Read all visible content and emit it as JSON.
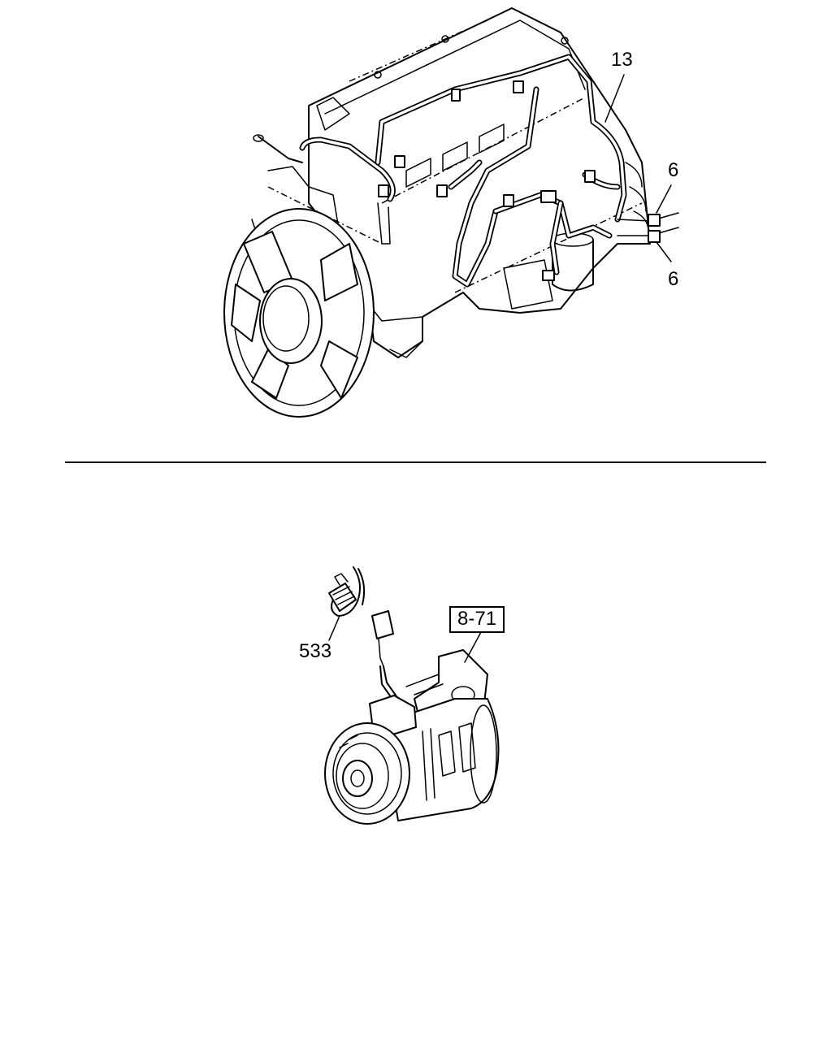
{
  "callouts": {
    "harness": "13",
    "connector_upper": "6",
    "connector_lower": "6",
    "clip": "533",
    "compressor_ref": "8-71"
  }
}
